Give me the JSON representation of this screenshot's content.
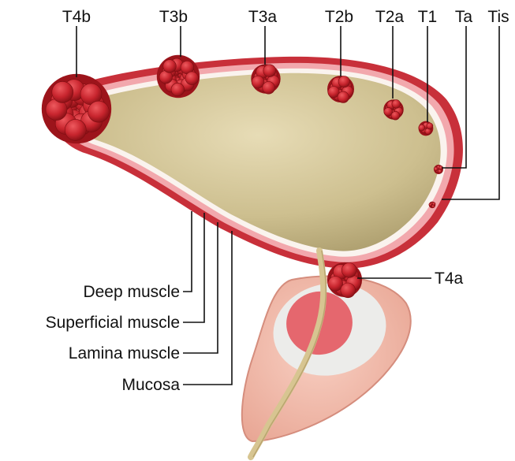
{
  "stage_labels": {
    "t4b": "T4b",
    "t3b": "T3b",
    "t3a": "T3a",
    "t2b": "T2b",
    "t2a": "T2a",
    "t1": "T1",
    "ta": "Ta",
    "tis": "Tis",
    "t4a": "T4a"
  },
  "layer_labels": {
    "deep_muscle": "Deep muscle",
    "superficial_muscle": "Superficial muscle",
    "lamina_muscle": "Lamina muscle",
    "mucosa": "Mucosa"
  },
  "colors": {
    "outer_wall": "#c8303a",
    "pink_layer": "#f2a8ad",
    "cream_layer": "#faf3ee",
    "lumen": "#c9bc8e",
    "tumor": "#c8252e",
    "tumor_dark": "#8f1217",
    "prostate": "#f0b7a7",
    "prostate_inner": "#e9e7e2",
    "prostate_core": "#e86c72",
    "urethra": "#d7c591"
  }
}
